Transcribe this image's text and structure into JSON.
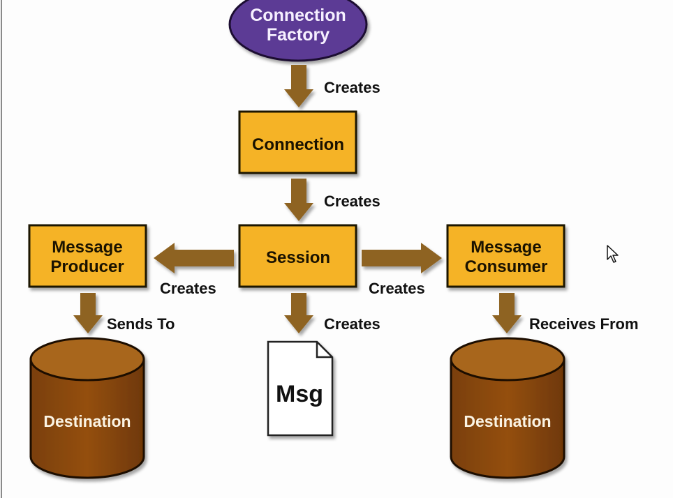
{
  "diagram": {
    "colors": {
      "factory_fill": "#5b3b95",
      "box_fill": "#f5b325",
      "arrow_fill": "#8e6320",
      "destination_fill": "#8a4a0c",
      "destination_top": "#a8661c",
      "msg_fill": "#ffffff"
    },
    "nodes": {
      "connection_factory": {
        "line1": "Connection",
        "line2": "Factory"
      },
      "connection": {
        "label": "Connection"
      },
      "session": {
        "label": "Session"
      },
      "message_producer": {
        "line1": "Message",
        "line2": "Producer"
      },
      "message_consumer": {
        "line1": "Message",
        "line2": "Consumer"
      },
      "message": {
        "label": "Msg"
      },
      "destination_left": {
        "label": "Destination"
      },
      "destination_right": {
        "label": "Destination"
      }
    },
    "edges": {
      "factory_to_connection": "Creates",
      "connection_to_session": "Creates",
      "session_to_producer": "Creates",
      "session_to_consumer": "Creates",
      "session_to_message": "Creates",
      "producer_to_destination": "Sends To",
      "consumer_from_destination": "Receives From"
    }
  }
}
